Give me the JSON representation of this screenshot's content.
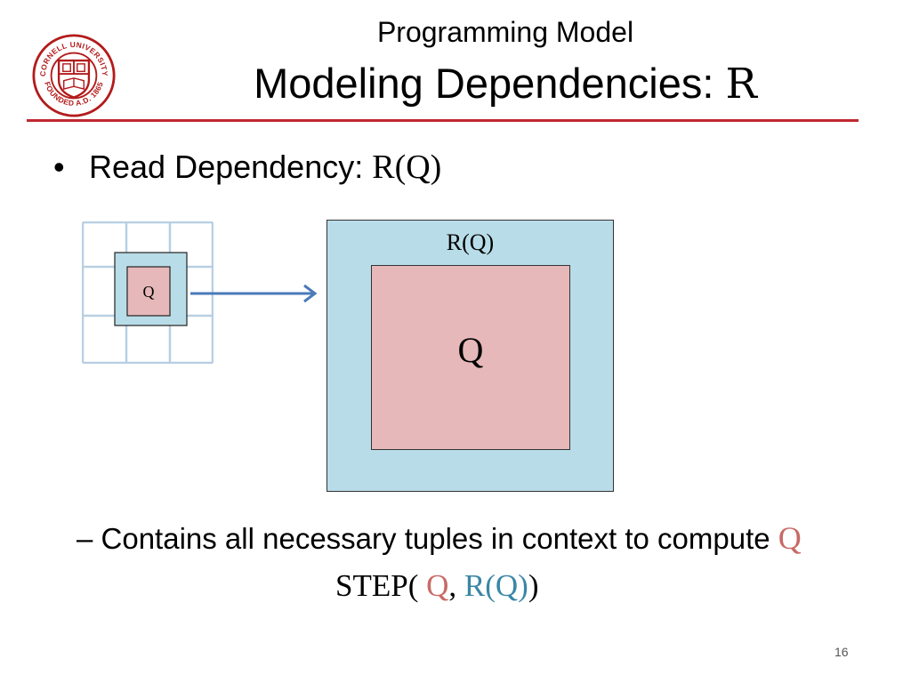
{
  "logo": {
    "ring_text": "CORNELL UNIVERSITY FOUNDED A.D. 1865",
    "color": "#b31b1b"
  },
  "header": {
    "subtitle": "Programming Model",
    "title_text": "Modeling Dependencies: ",
    "title_math": "R"
  },
  "body": {
    "bullet_text": "Read Dependency: ",
    "bullet_math": "R(Q)",
    "small_diagram_label": "Q",
    "big_outer_label": "R(Q)",
    "big_inner_label": "Q",
    "sub_bullet_text": "– Contains all necessary tuples in context to compute ",
    "sub_bullet_math": "Q",
    "step_prefix": "STEP( ",
    "step_q": "Q",
    "step_sep": ",  ",
    "step_rq": "R(Q)",
    "step_suffix": ")"
  },
  "colors": {
    "accent_rule": "#c0282e",
    "context_blue": "#b8dde8",
    "query_pink": "#e6b8b9",
    "arrow": "#4a7ab8",
    "grid_line": "#b7cfe3"
  },
  "footer": {
    "page_number": "16"
  }
}
